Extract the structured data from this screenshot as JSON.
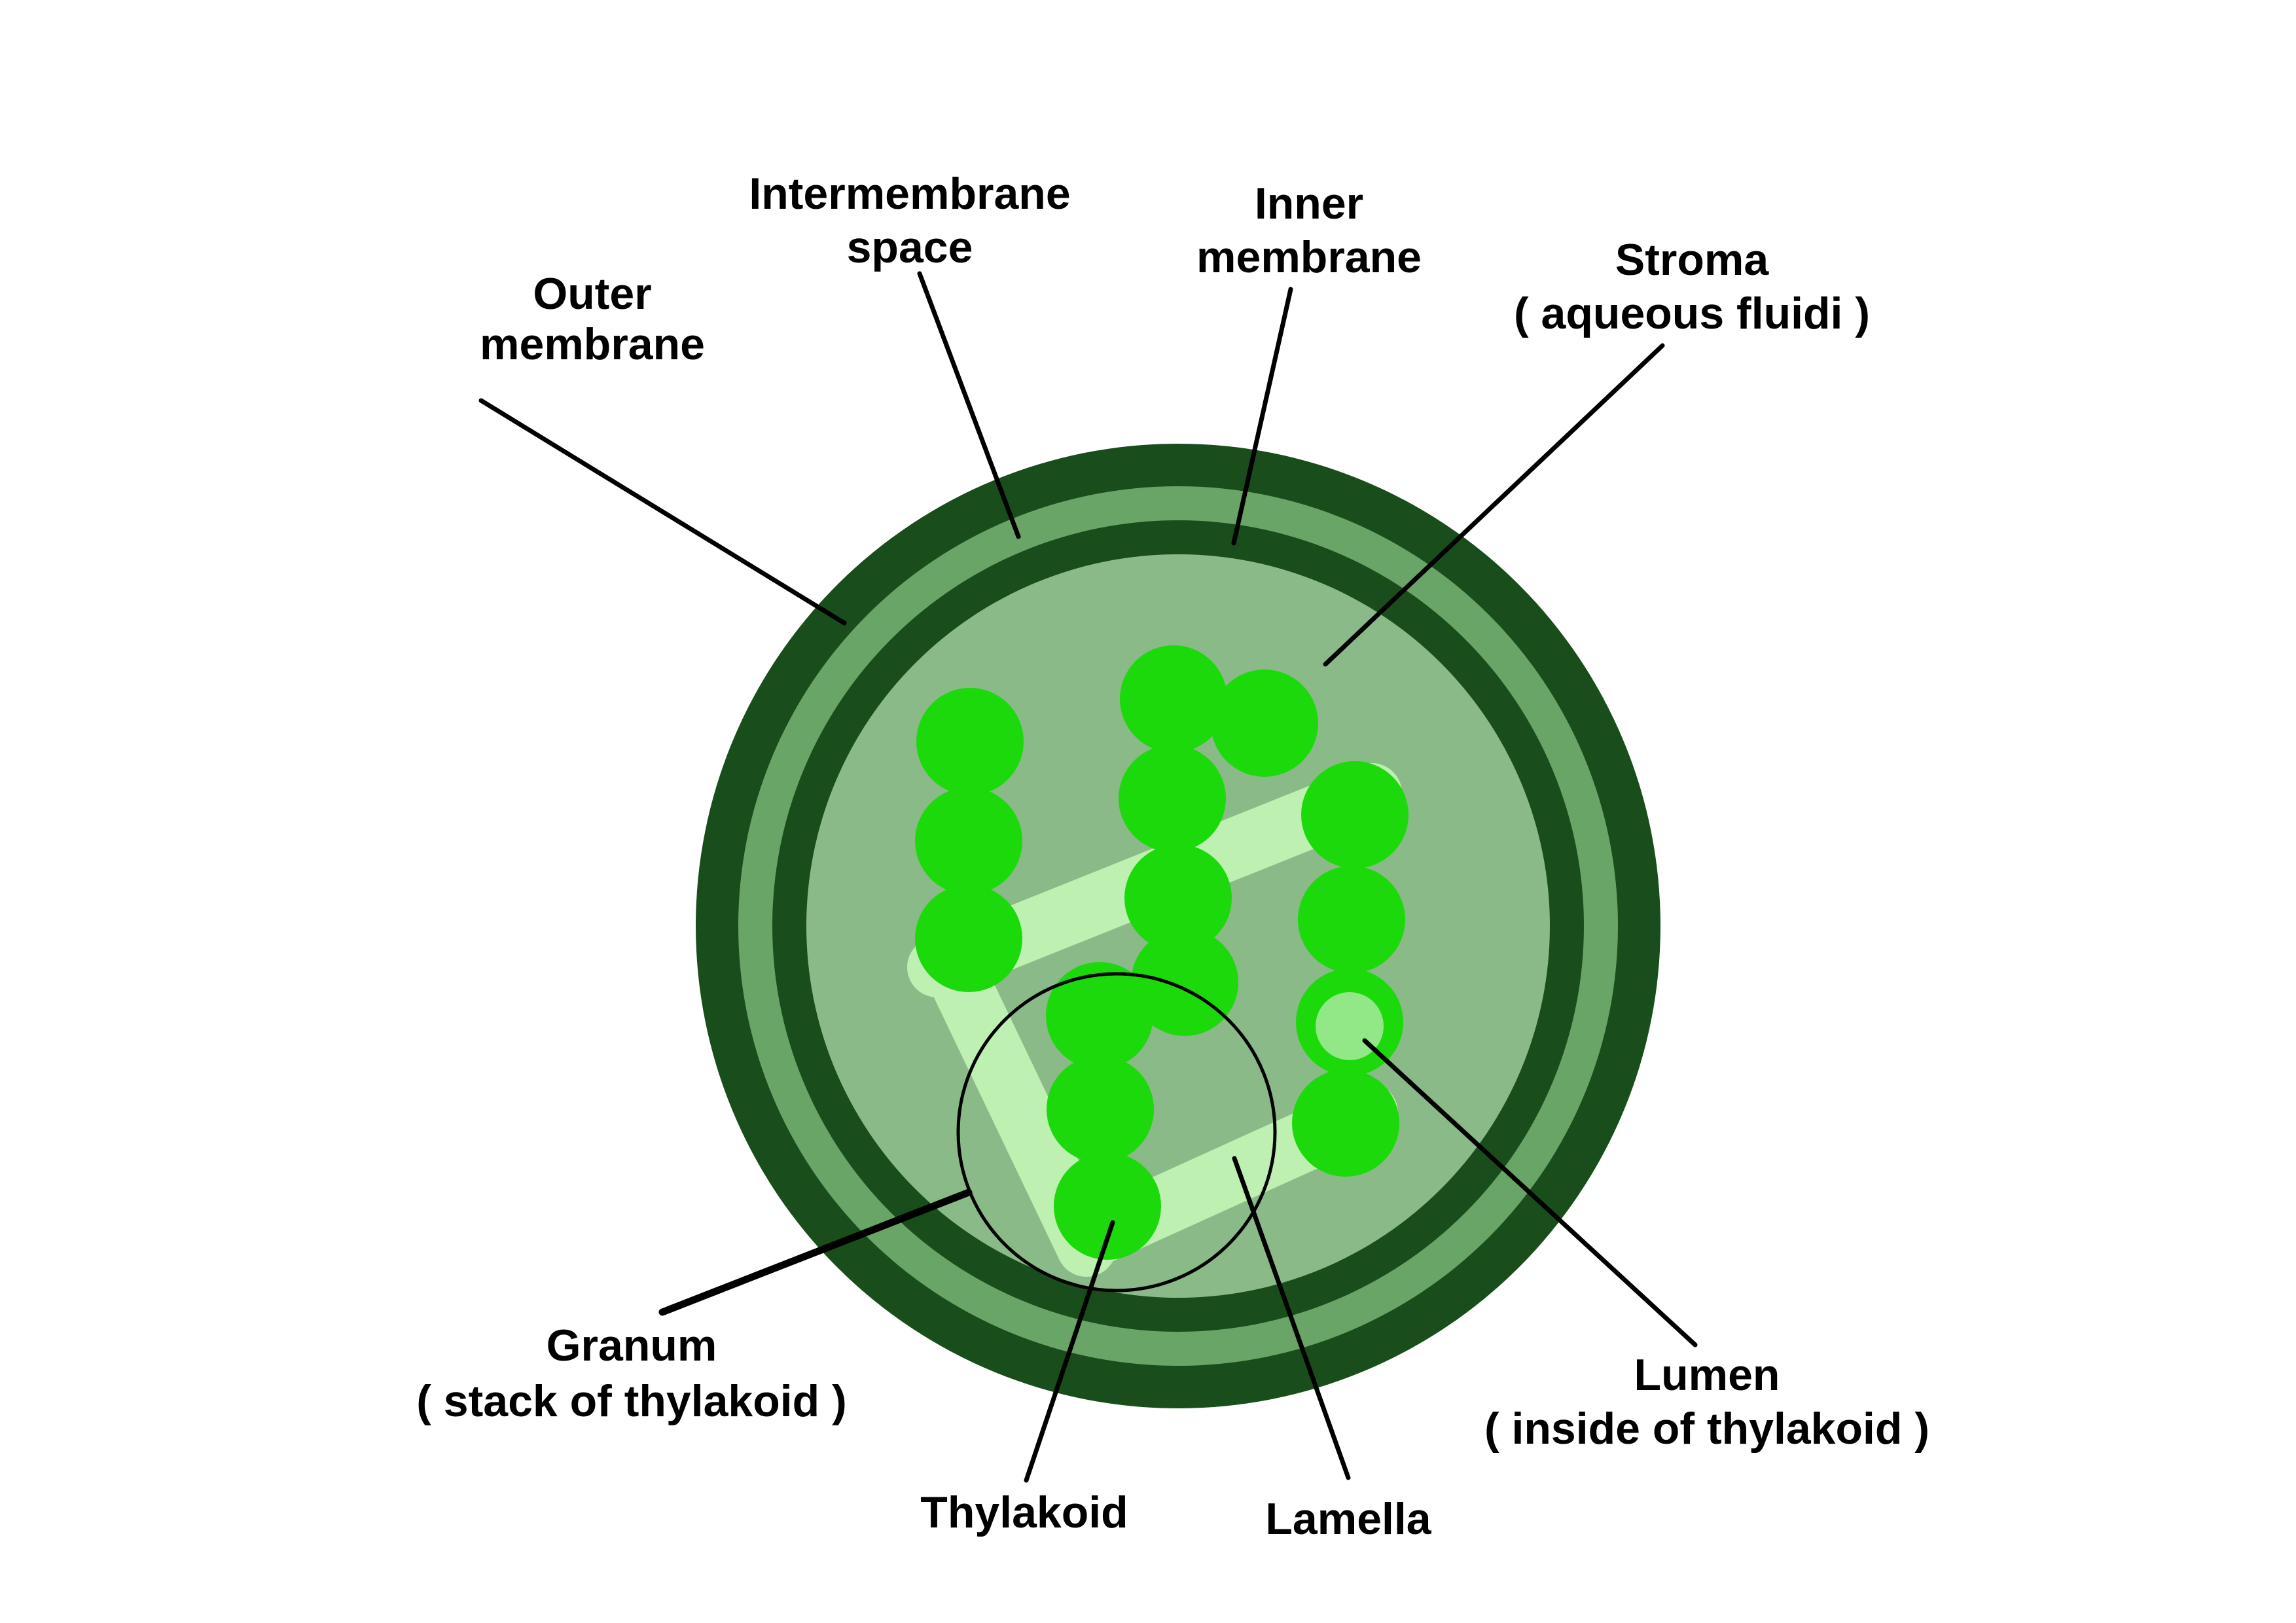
{
  "labels": {
    "outer_membrane": {
      "line1": "Outer",
      "line2": "membrane"
    },
    "intermembrane_space": {
      "line1": "Intermembrane",
      "line2": "space"
    },
    "inner_membrane": {
      "line1": "Inner",
      "line2": "membrane"
    },
    "stroma": {
      "line1": "Stroma",
      "line2": "( aqueous fluidi )"
    },
    "granum": {
      "line1": "Granum",
      "line2": "( stack of thylakoid )"
    },
    "thylakoid": {
      "line1": "Thylakoid"
    },
    "lamella": {
      "line1": "Lamella"
    },
    "lumen": {
      "line1": "Lumen",
      "line2": "( inside of thylakoid )"
    }
  },
  "colors": {
    "background": "#ffffff",
    "membrane_dark_green": "#1a4d1c",
    "intermembrane_medium_green": "#69a566",
    "stroma_light_green": "#8aba88",
    "thylakoid_bright_green": "#1bd90b",
    "lamella_pale_green": "#bdf0b1",
    "lumen_pale_green": "#92e786",
    "line_black": "#000000",
    "text_black": "#000000"
  }
}
